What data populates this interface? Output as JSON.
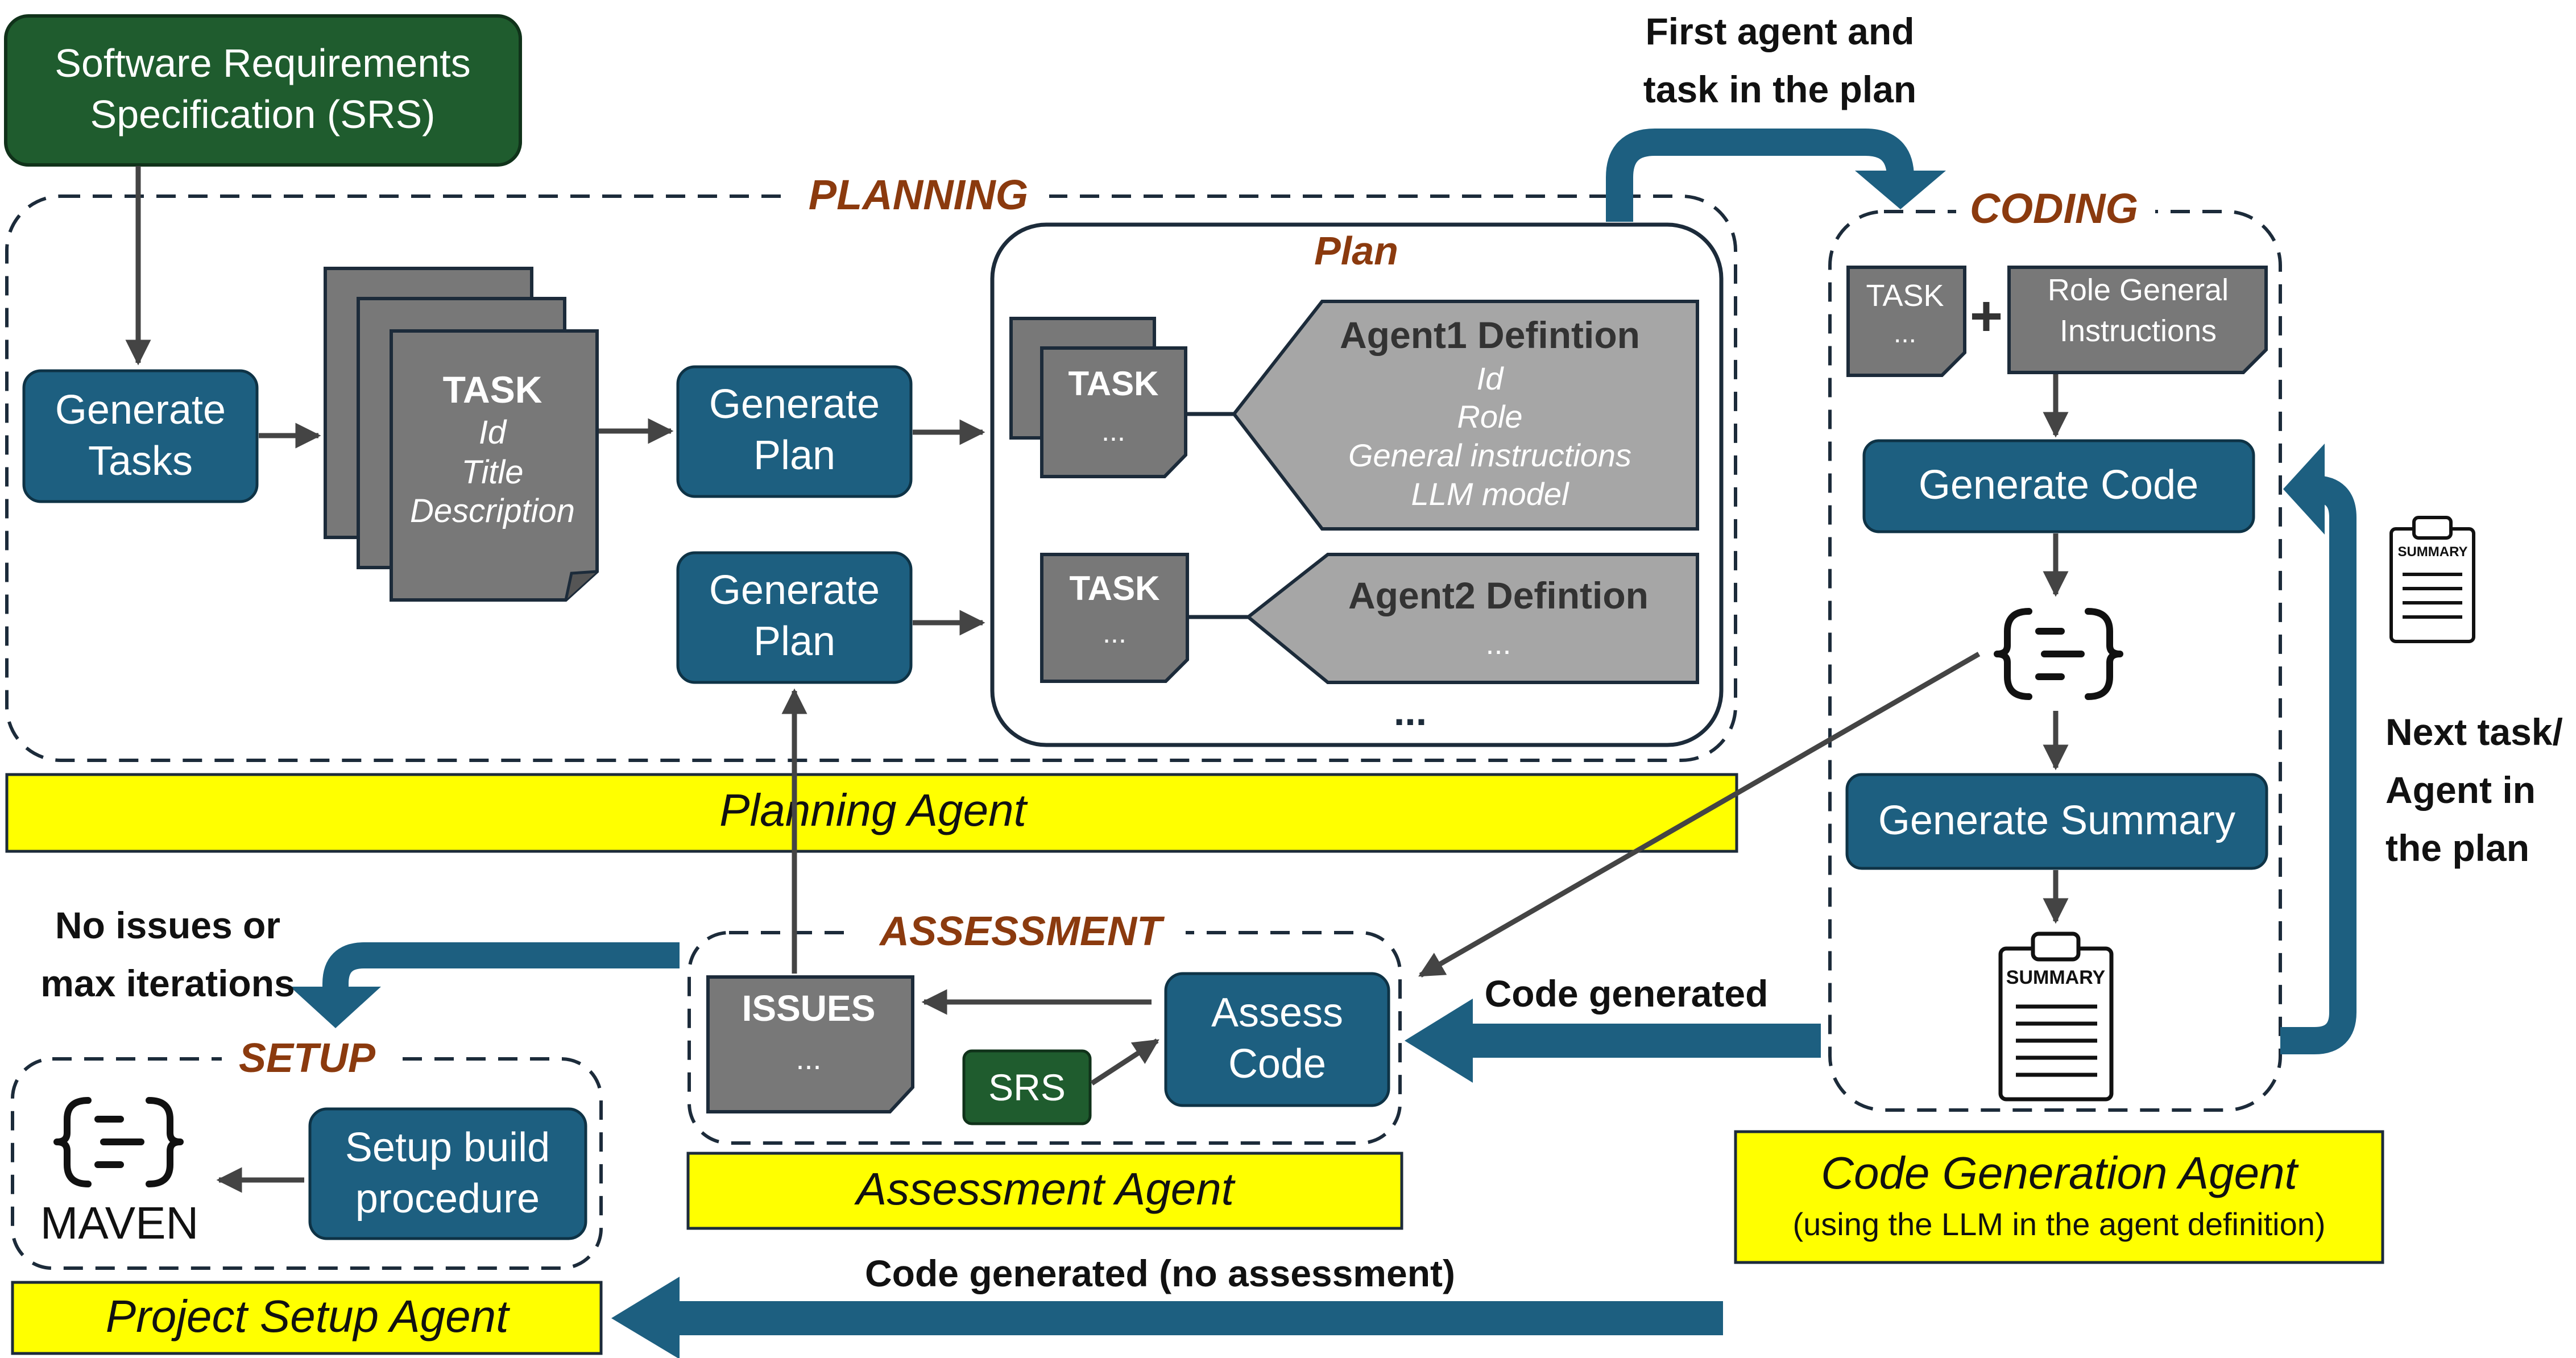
{
  "srs": {
    "line1": "Software Requirements",
    "line2": "Specification (SRS)"
  },
  "sections": {
    "planning": "PLANNING",
    "plan": "Plan",
    "coding": "CODING",
    "assessment": "ASSESSMENT",
    "setup": "SETUP"
  },
  "planning": {
    "generate_tasks": {
      "line1": "Generate",
      "line2": "Tasks"
    },
    "task_card": {
      "title": "TASK",
      "field1": "Id",
      "field2": "Title",
      "field3": "Description"
    },
    "generate_plan": {
      "line1": "Generate",
      "line2": "Plan"
    },
    "generate_plan_2": {
      "line1": "Generate",
      "line2": "Plan"
    }
  },
  "plan": {
    "task1": {
      "title": "TASK",
      "ellipsis": "..."
    },
    "task2": {
      "title": "TASK",
      "ellipsis": "..."
    },
    "agent1": {
      "title": "Agent1 Defintion",
      "field1": "Id",
      "field2": "Role",
      "field3": "General instructions",
      "field4": "LLM model"
    },
    "agent2": {
      "title": "Agent2 Defintion",
      "ellipsis": "..."
    },
    "more": "..."
  },
  "coding": {
    "task": {
      "title": "TASK",
      "ellipsis": "..."
    },
    "plus": "+",
    "role": {
      "line1": "Role General",
      "line2": "Instructions"
    },
    "generate_code": "Generate Code",
    "generate_summary": "Generate Summary",
    "summary_label": "SUMMARY",
    "summary_small": "SUMMARY"
  },
  "agents": {
    "planning": "Planning Agent",
    "assessment": "Assessment Agent",
    "code_generation": "Code Generation Agent",
    "code_generation_note": "(using the LLM in the agent definition)",
    "project_setup": "Project Setup Agent"
  },
  "assessment": {
    "issues": {
      "title": "ISSUES",
      "ellipsis": "..."
    },
    "assess_code": {
      "line1": "Assess",
      "line2": "Code"
    },
    "srs_small": "SRS"
  },
  "setup": {
    "setup_build": {
      "line1": "Setup build",
      "line2": "procedure"
    },
    "maven": "MAVEN"
  },
  "labels": {
    "first_agent": {
      "line1": "First agent and",
      "line2": "task in the plan"
    },
    "next_task": {
      "line1": "Next task/",
      "line2": "Agent in",
      "line3": "the plan"
    },
    "no_issues": {
      "line1": "No issues or",
      "line2": "max iterations"
    },
    "code_generated": "Code generated",
    "code_generated_no_assessment": "Code generated (no assessment)"
  },
  "colors": {
    "blue": "#1d5f80",
    "green": "#1f5c2e",
    "yellow": "#ffff00",
    "gray_doc": "#787878",
    "gray_agent": "#a6a6a6",
    "section_label": "#8b3a0e",
    "dark": "#1c2b3a"
  }
}
